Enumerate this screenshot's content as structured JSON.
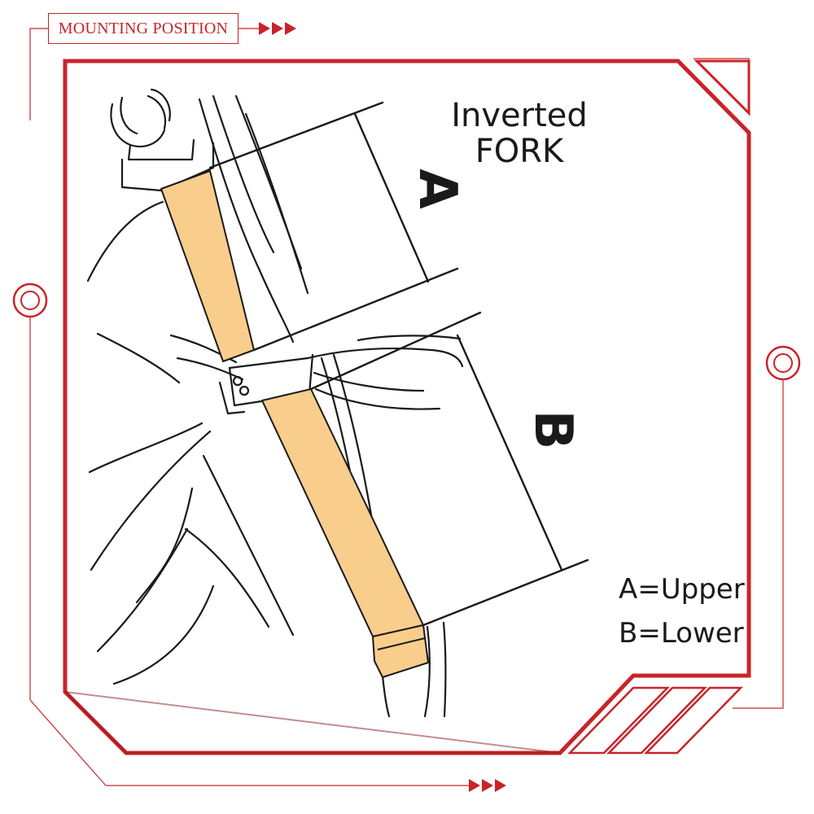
{
  "header": {
    "title": "MOUNTING POSITION"
  },
  "diagram": {
    "title_line1": "Inverted",
    "title_line2": "FORK",
    "dim_a_label": "A",
    "dim_b_label": "B",
    "legend_a": "A=Upper",
    "legend_b": "B=Lower"
  },
  "colors": {
    "frame_red": "#c8242a",
    "dark_red": "#8b1a1e",
    "tube_fill": "#f9cd8c",
    "line": "#1a1a1a"
  }
}
